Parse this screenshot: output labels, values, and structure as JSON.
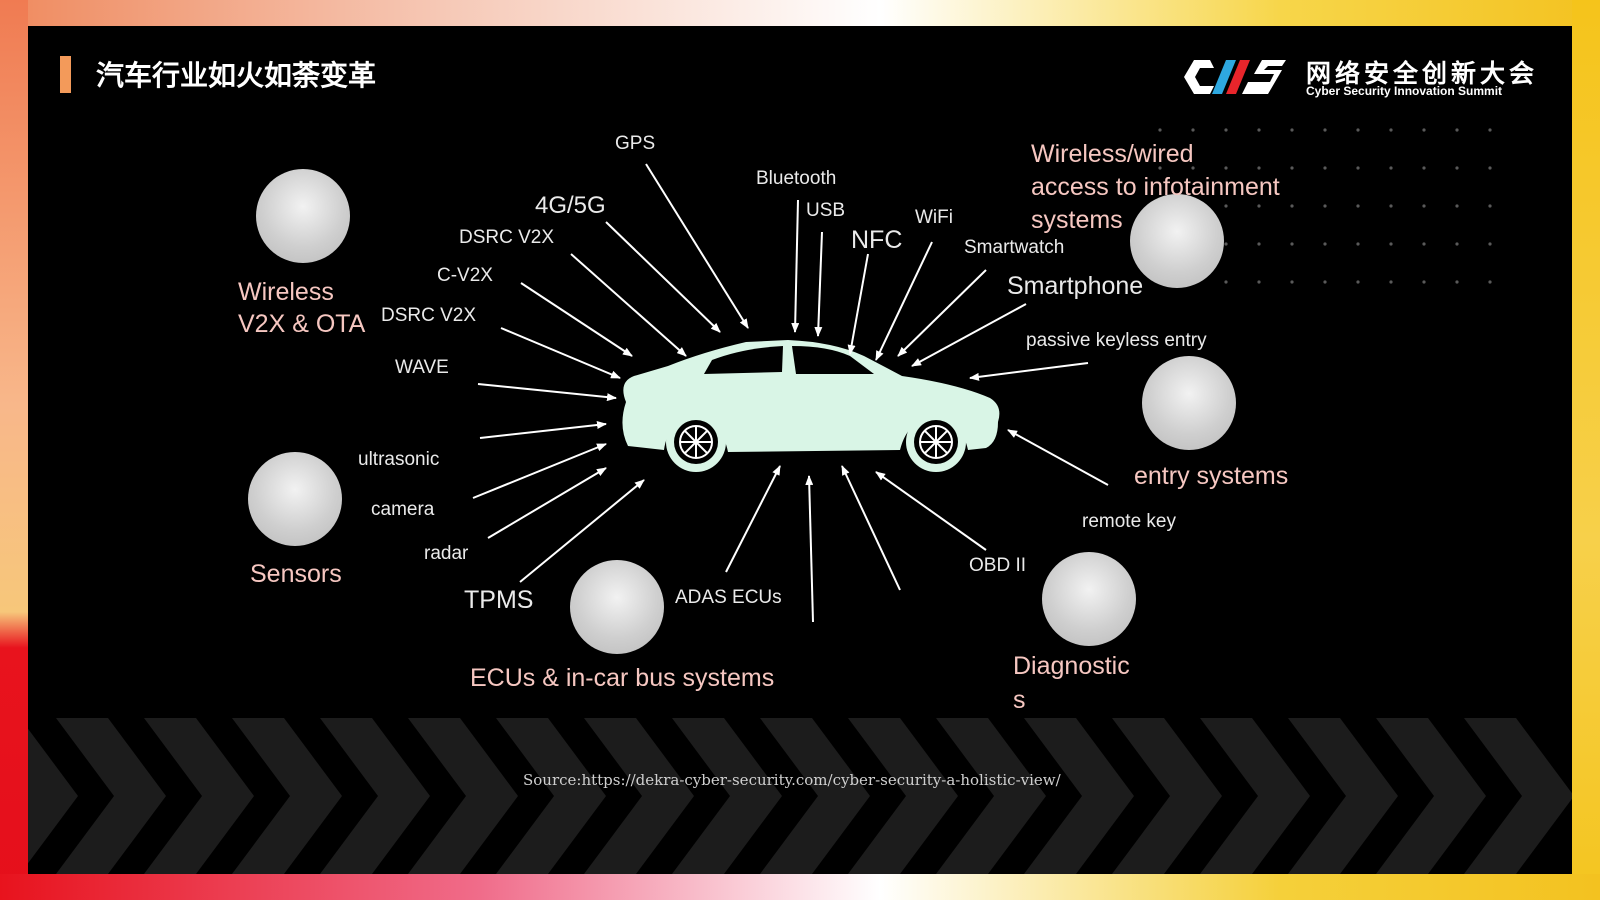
{
  "header": {
    "title": "汽车行业如火如荼变革",
    "logo_cn": "网络安全创新大会",
    "logo_en": "Cyber Security Innovation Summit",
    "logo_mark": "CIS"
  },
  "diagram": {
    "categories": {
      "wireless": [
        "Wireless",
        "V2X & OTA"
      ],
      "infotainment": [
        "Wireless/wired",
        "access to infotainment",
        "systems"
      ],
      "entry": "entry systems",
      "sensors": "Sensors",
      "ecus": "ECUs & in-car bus systems",
      "diagnostics": [
        "Diagnostic",
        "s"
      ]
    },
    "interfaces": {
      "gps": "GPS",
      "bluetooth": "Bluetooth",
      "usb": "USB",
      "g5": "4G/5G",
      "dsrc1": "DSRC V2X",
      "cv2x": "C-V2X",
      "dsrc2": "DSRC V2X",
      "wave": "WAVE",
      "nfc": "NFC",
      "wifi": "WiFi",
      "smartwatch": "Smartwatch",
      "smartphone": "Smartphone",
      "pke": "passive keyless entry",
      "ultrasonic": "ultrasonic",
      "camera": "camera",
      "radar": "radar",
      "tpms": "TPMS",
      "adas": "ADAS ECUs",
      "obd": "OBD II",
      "remote": "remote key"
    }
  },
  "footer": {
    "source": "Source:https://dekra-cyber-security.com/cyber-security-a-holistic-view/"
  },
  "colors": {
    "background": "#000000",
    "category_text": "#f6c7c1",
    "interface_text": "#eaeaea",
    "car_body": "#d9f5e6",
    "title_accent": "#f39a5a"
  }
}
